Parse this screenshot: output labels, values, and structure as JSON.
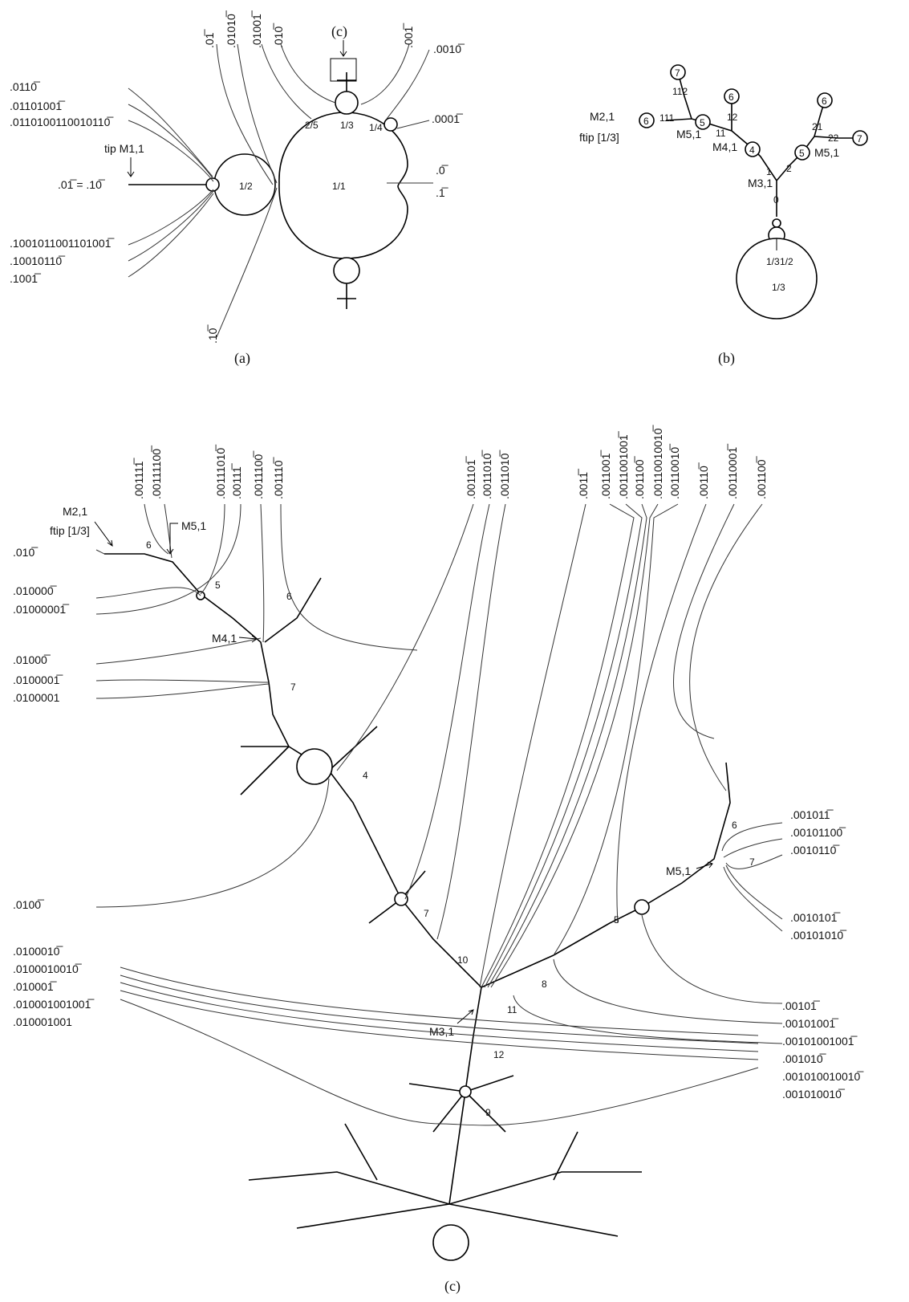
{
  "panel_a": {
    "caption": "(a)",
    "zoom_label": "(c)",
    "top_labels": [
      ".01̅",
      ".01010̅",
      ".01001̅",
      ".010̅",
      ".001̅",
      ".0010̅"
    ],
    "left_labels": [
      ".0110̅",
      ".01101001̅",
      ".0110100110010110̅",
      "tip M1,1",
      ".01̅ = .10̅",
      ".1001011001101001̅",
      ".10010110̅",
      ".1001̅"
    ],
    "right_labels": [
      ".0001̅",
      ".0̅",
      ".1̅"
    ],
    "bottom_label": ".10̅",
    "fractions": [
      "2/5",
      "1/3",
      "1/4",
      "1/2",
      "1/1"
    ]
  },
  "panel_b": {
    "caption": "(b)",
    "nodes": [
      "7",
      "6",
      "6",
      "5",
      "4",
      "5",
      "6",
      "7"
    ],
    "edge_labels": [
      "112",
      "111",
      "12",
      "11",
      "21",
      "22",
      "1",
      "2",
      "0"
    ],
    "labels": [
      "M2,1",
      "ftip [1/3]",
      "M5,1",
      "M4,1",
      "M3,1",
      "M5,1"
    ],
    "fractions": [
      "1/3",
      "1/2",
      "1/3"
    ]
  },
  "panel_c": {
    "caption": "(c)",
    "top_labels": [
      ".001111̅",
      ".00111100̅",
      ".00111010̅",
      ".00111̅",
      ".0011100̅",
      ".001110̅",
      ".001101̅",
      ".0011010̅",
      ".0011010̅",
      ".0011̅",
      ".0011001̅",
      ".0011001001̅",
      ".001100̅",
      ".00110010010̅",
      ".00110010̅",
      ".00110̅",
      ".00110001̅",
      ".001100̅"
    ],
    "left_labels": [
      ".010̅",
      ".010000̅",
      ".01000001̅",
      ".01000̅",
      ".0100001̅",
      ".0100001",
      ".0100̅",
      ".0100010̅",
      ".0100010010̅",
      ".010001̅",
      ".010001001001̅",
      ".010001001"
    ],
    "right_labels": [
      ".001011̅",
      ".00101100̅",
      ".0010110̅",
      ".0010101̅",
      ".00101010̅",
      ".00101̅",
      ".00101001̅",
      ".00101001001̅",
      ".001010̅",
      ".001010010010̅",
      ".001010010̅"
    ],
    "markers": [
      "M2,1",
      "ftip [1/3]",
      "M5,1",
      "M4,1",
      "M5,1",
      "M3,1"
    ],
    "numbers": [
      "6",
      "5",
      "6",
      "7",
      "4",
      "7",
      "10",
      "11",
      "8",
      "5",
      "6",
      "7",
      "12",
      "9"
    ]
  },
  "colors": {
    "ink": "#000000",
    "ray": "#333333",
    "background": "#ffffff"
  }
}
